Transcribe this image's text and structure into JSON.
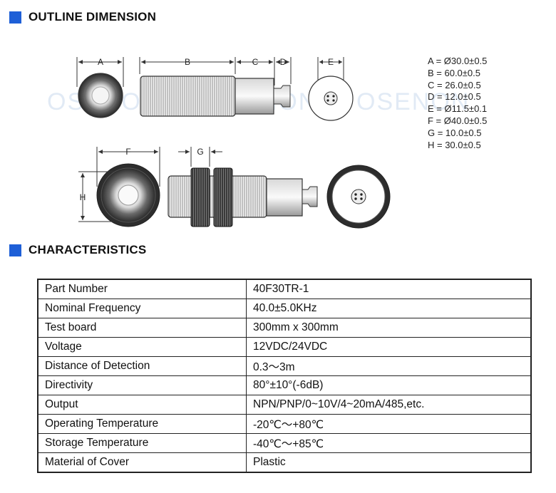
{
  "sections": {
    "outline": "OUTLINE DIMENSION",
    "characteristics": "CHARACTERISTICS"
  },
  "drawing_labels": {
    "A": "A",
    "B": "B",
    "C": "C",
    "D": "D",
    "E": "E",
    "F": "F",
    "G": "G",
    "H": "H"
  },
  "watermark": "OSENON",
  "dimensions": [
    "A = Ø30.0±0.5",
    "B = 60.0±0.5",
    "C = 26.0±0.5",
    "D = 12.0±0.5",
    "E = Ø11.5±0.1",
    "F = Ø40.0±0.5",
    "G = 10.0±0.5",
    "H = 30.0±0.5"
  ],
  "specs": [
    {
      "label": "Part Number",
      "value": "40F30TR-1"
    },
    {
      "label": "Nominal Frequency",
      "value": "40.0±5.0KHz"
    },
    {
      "label": "Test board",
      "value": "300mm x 300mm"
    },
    {
      "label": "Voltage",
      "value": "12VDC/24VDC"
    },
    {
      "label": "Distance of Detection",
      "value": "0.3～3m"
    },
    {
      "label": "Directivity",
      "value": "80°±10°(-6dB)"
    },
    {
      "label": "Output",
      "value": "NPN/PNP/0~10V/4~20mA/485,etc."
    },
    {
      "label": "Operating Temperature",
      "value": "-20℃～+80℃"
    },
    {
      "label": "Storage Temperature",
      "value": "-40℃～+85℃"
    },
    {
      "label": "Material of Cover",
      "value": "Plastic"
    }
  ],
  "colors": {
    "accent": "#1e5fd7"
  }
}
